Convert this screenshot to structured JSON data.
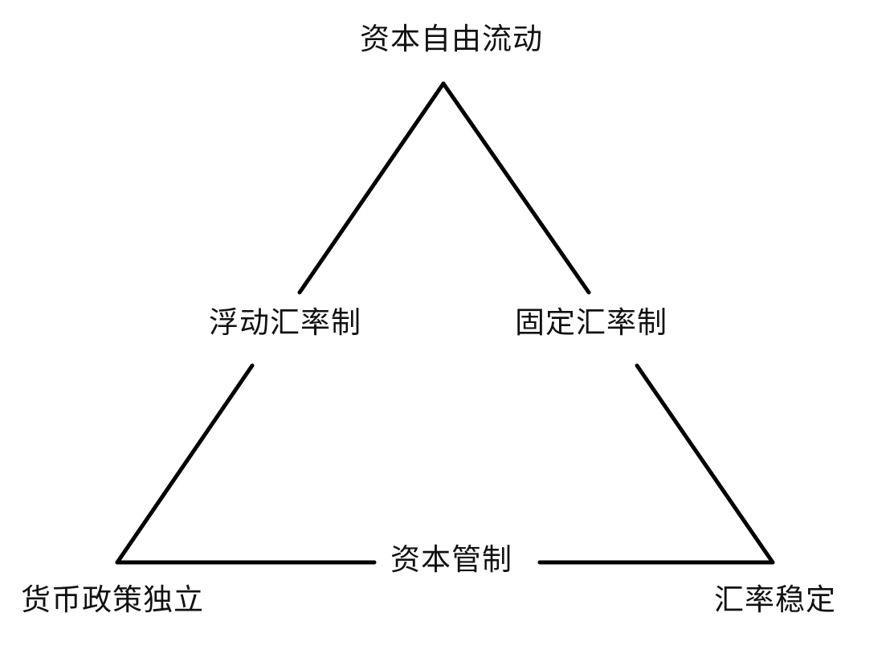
{
  "diagram": {
    "vertices": {
      "top": "资本自由流动",
      "bottom_left": "货币政策独立",
      "bottom_right": "汇率稳定"
    },
    "edges": {
      "left": "浮动汇率制",
      "right": "固定汇率制",
      "bottom": "资本管制"
    },
    "line_color": "#000000",
    "text_color": "#111111"
  }
}
